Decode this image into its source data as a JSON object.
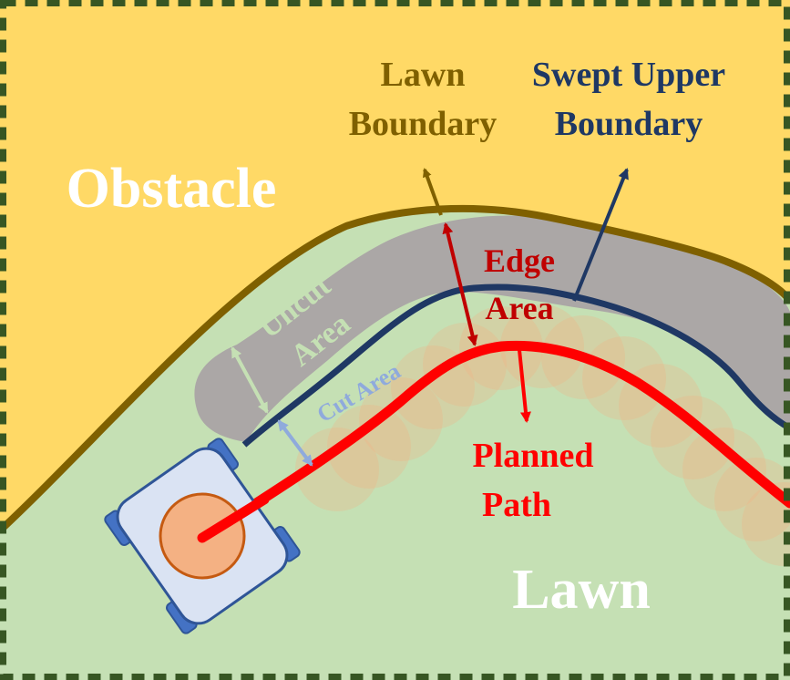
{
  "labels": {
    "obstacle": "Obstacle",
    "lawn": "Lawn",
    "lawn_boundary_line1": "Lawn",
    "lawn_boundary_line2": "Boundary",
    "swept_upper_line1": "Swept Upper",
    "swept_upper_line2": "Boundary",
    "edge_area_line1": "Edge",
    "edge_area_line2": "Area",
    "uncut_line1": "Uncut",
    "uncut_line2": "Area",
    "cut_area": "Cut Area",
    "planned_path_line1": "Planned",
    "planned_path_line2": "Path"
  },
  "colors": {
    "obstacle_fill": "#FFD966",
    "lawn_fill": "#C5E0B4",
    "lawn_boundary": "#7F6000",
    "swept_upper_boundary": "#1F3864",
    "uncut_area_fill": "#ABA7A6",
    "planned_path": "#FF0000",
    "edge_area_text": "#C00000",
    "uncut_text": "#C5E0B4",
    "cut_text": "#8FAADC",
    "swept_circles": "#F4B183",
    "robot_body": "#DAE3F3",
    "robot_outline": "#2F5597",
    "robot_wheel": "#4472C4",
    "robot_blade": "#F4B183",
    "border_dash": "#375623"
  }
}
